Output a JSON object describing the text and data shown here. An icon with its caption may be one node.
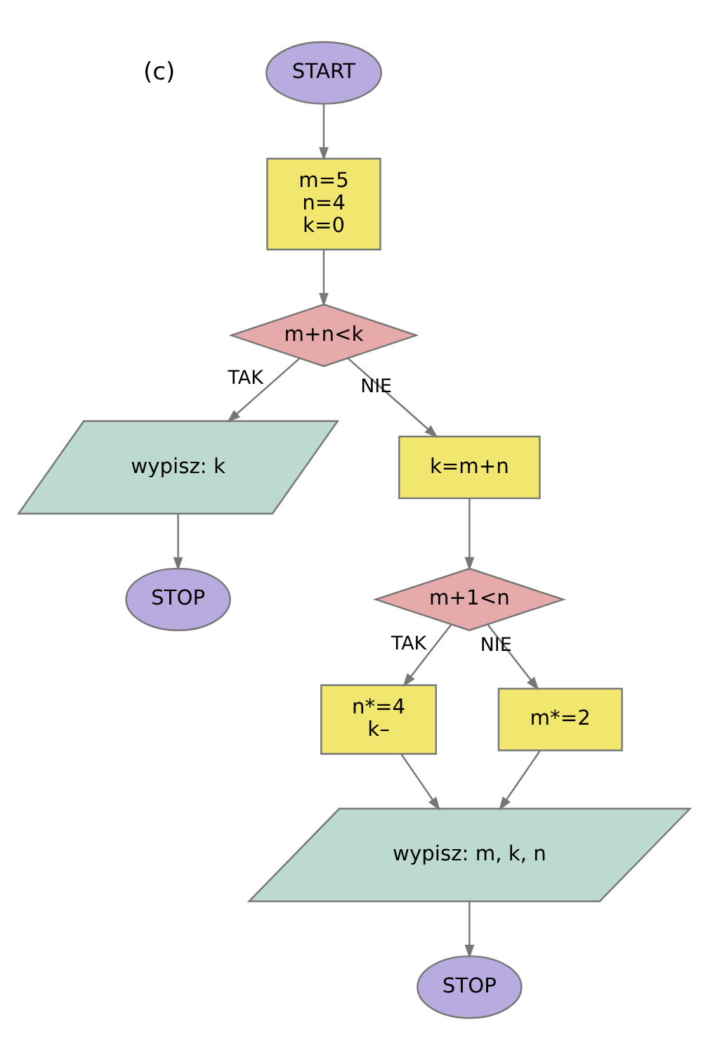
{
  "diagram": {
    "nodes": [
      {
        "text": [
          "START"
        ]
      },
      {
        "text": [
          "m=5",
          "n=4",
          "k=0"
        ]
      },
      {
        "text": [
          "m+n<k"
        ]
      },
      {
        "text": [
          "wypisz: k"
        ]
      },
      {
        "text": [
          "STOP"
        ]
      },
      {
        "text": [
          "k=m+n"
        ]
      },
      {
        "text": [
          "m+1<n"
        ]
      },
      {
        "text": [
          "n*=4",
          "k–"
        ]
      },
      {
        "text": [
          "m*=2"
        ]
      },
      {
        "text": [
          "wypisz: m, k, n"
        ]
      },
      {
        "text": [
          "STOP"
        ]
      }
    ],
    "edges": [
      {
        "from": 0,
        "to": 1,
        "arrow": "to"
      },
      {
        "from": 1,
        "to": 2,
        "arrow": "to"
      },
      {
        "from": 2,
        "to": 3,
        "arrow": "to",
        "label": "TAK"
      },
      {
        "from": 3,
        "to": 4,
        "arrow": "to"
      },
      {
        "from": 2,
        "to": 5,
        "arrow": "to",
        "label": "NIE"
      },
      {
        "from": 5,
        "to": 6,
        "arrow": "to"
      },
      {
        "from": 6,
        "to": 7,
        "arrow": "to",
        "label": "TAK"
      },
      {
        "from": 6,
        "to": 8,
        "arrow": "to",
        "label": "NIE"
      },
      {
        "from": 7,
        "to": 9,
        "arrow": "to"
      },
      {
        "from": 8,
        "to": 9,
        "arrow": "to"
      },
      {
        "from": 9,
        "to": 10,
        "arrow": "to"
      }
    ],
    "labels": [
      "(c)"
    ]
  }
}
